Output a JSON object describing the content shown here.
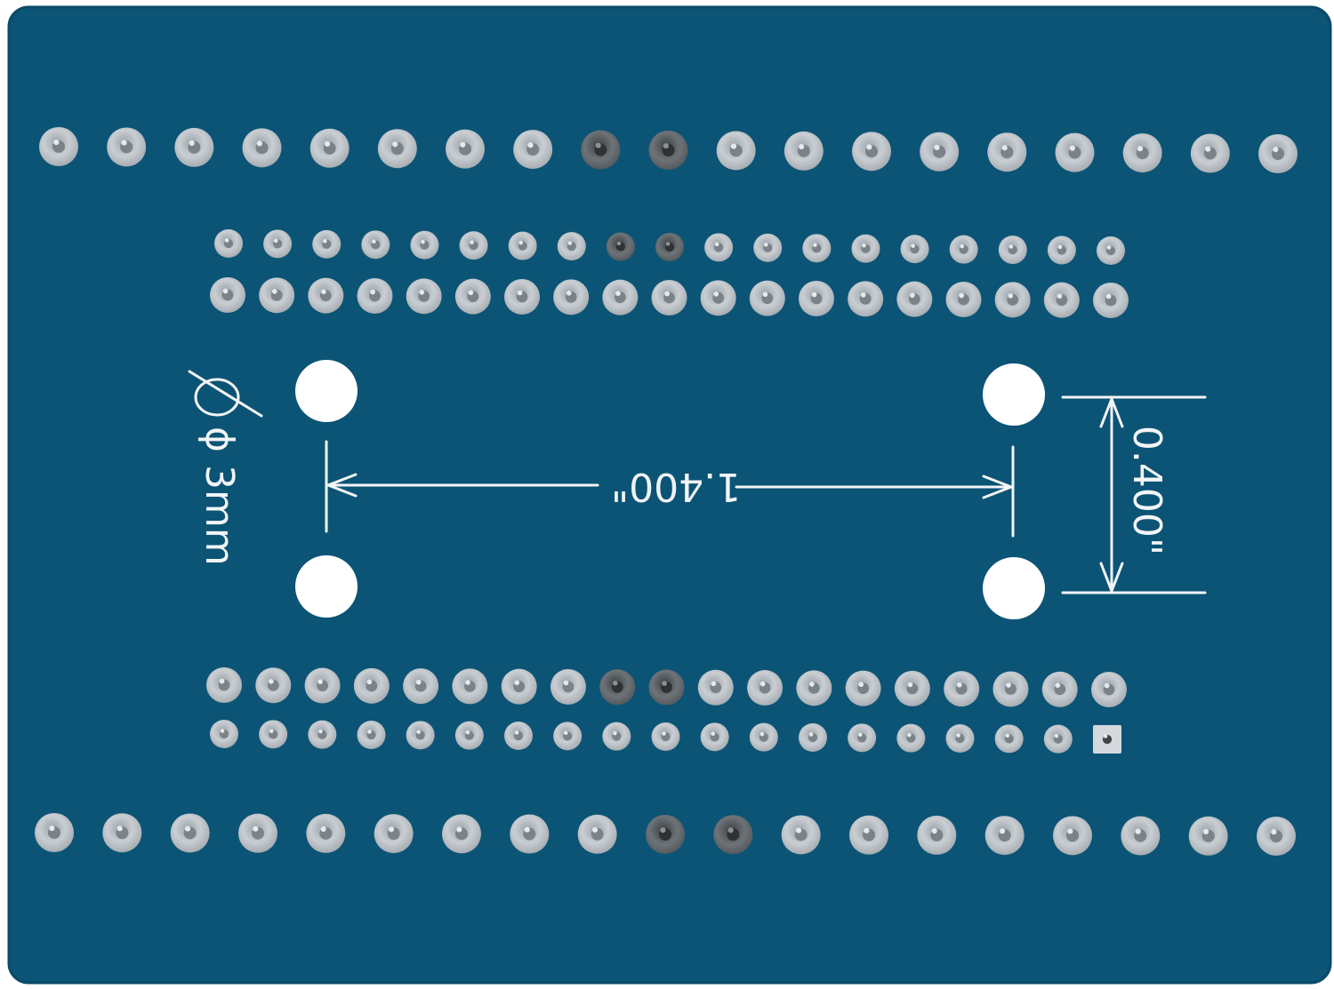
{
  "image": {
    "subject": "printed-circuit-board-breakout",
    "colors": {
      "background": "#ffffff",
      "board": "#0b5475",
      "board_edge": "#0a4a68",
      "pad_outer": "#c8cdd2",
      "pad_inner": "#8c949a",
      "pad_dark": "#4a4f52",
      "silkscreen": "#f2f4f6",
      "mount_hole": "#ffffff"
    },
    "pad_rows": {
      "top_outer_count": 19,
      "top_header_row1_count": 19,
      "top_header_row2_count": 19,
      "bottom_header_row1_count": 19,
      "bottom_header_row2_count": 19,
      "bottom_outer_count": 19,
      "square_pin_one": "bottom_header_row2_last"
    },
    "silkscreen": {
      "hole_diameter_label": "ϕ 3mm",
      "horizontal_spacing_label": "1.400\"",
      "vertical_spacing_label": "0.400\""
    }
  }
}
